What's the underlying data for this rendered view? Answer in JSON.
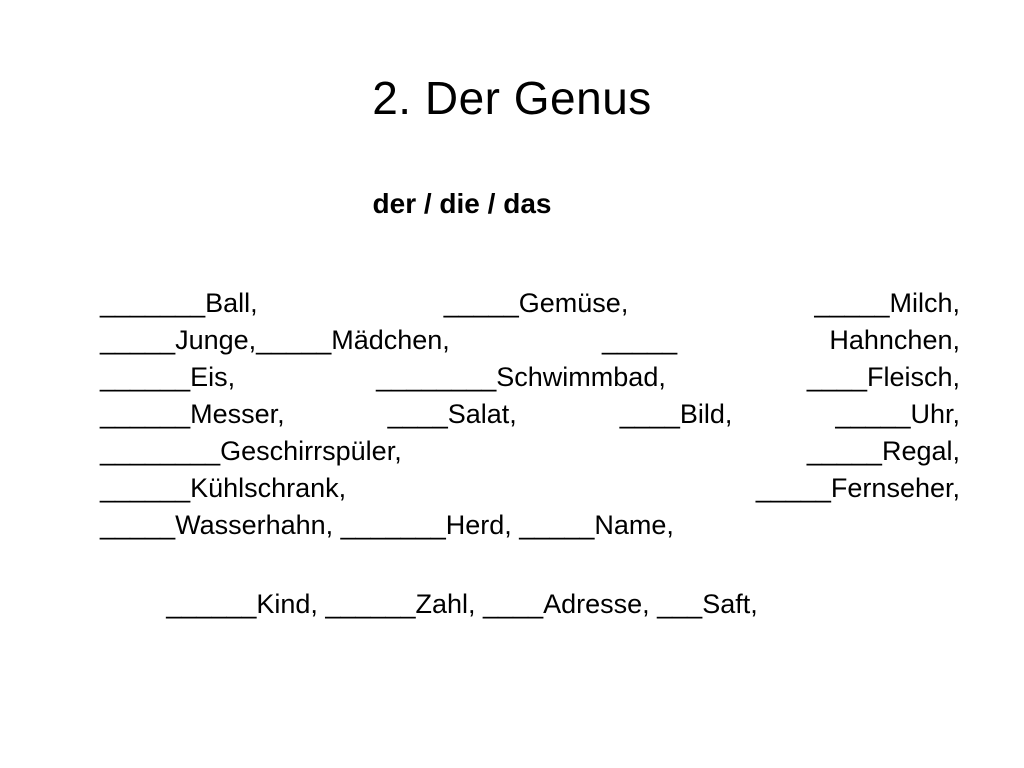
{
  "slide": {
    "title": "2. Der Genus",
    "subtitle": "der / die / das",
    "lines": [
      [
        "_______Ball,",
        "_____Gemüse,",
        "_____Milch,"
      ],
      [
        "_____Junge,_____Mädchen,",
        "_____",
        "Hahnchen,"
      ],
      [
        "______Eis,",
        "________Schwimmbad,",
        "____Fleisch,"
      ],
      [
        "______Messer,",
        "____Salat,",
        "____Bild,",
        "_____Uhr,"
      ],
      [
        "________Geschirrspüler,",
        "_____Regal,"
      ],
      [
        "______Kühlschrank,",
        "_____Fernseher,"
      ],
      [
        "_____Wasserhahn, _______Herd, _____Name,"
      ]
    ],
    "last_line": "______Kind, ______Zahl, ____Adresse, ___Saft,"
  }
}
